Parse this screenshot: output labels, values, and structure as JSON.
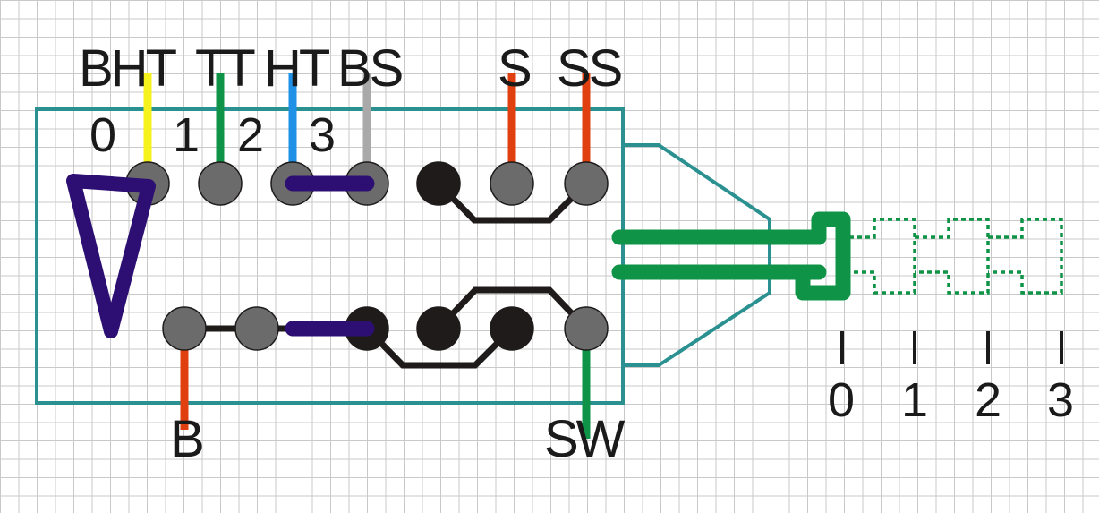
{
  "colors": {
    "frame": "#2a9090",
    "green": "#0e9347",
    "pad_gray": "#6b6b6b",
    "pad_black": "#1e1b1a",
    "purple": "#2d0f73",
    "yellow": "#f5f21d",
    "blue": "#1e90e6",
    "light_gray": "#a9a9a9",
    "red_orange": "#e04010",
    "trace": "#1e1b1a"
  },
  "wire_labels_top": [
    "BHT",
    "TT",
    "HT",
    "BS",
    "S",
    "SS"
  ],
  "position_numbers_top": [
    "0",
    "1",
    "2",
    "3"
  ],
  "wire_labels_bottom": [
    "B",
    "SW"
  ],
  "switch_positions": [
    "0",
    "1",
    "2",
    "3"
  ]
}
